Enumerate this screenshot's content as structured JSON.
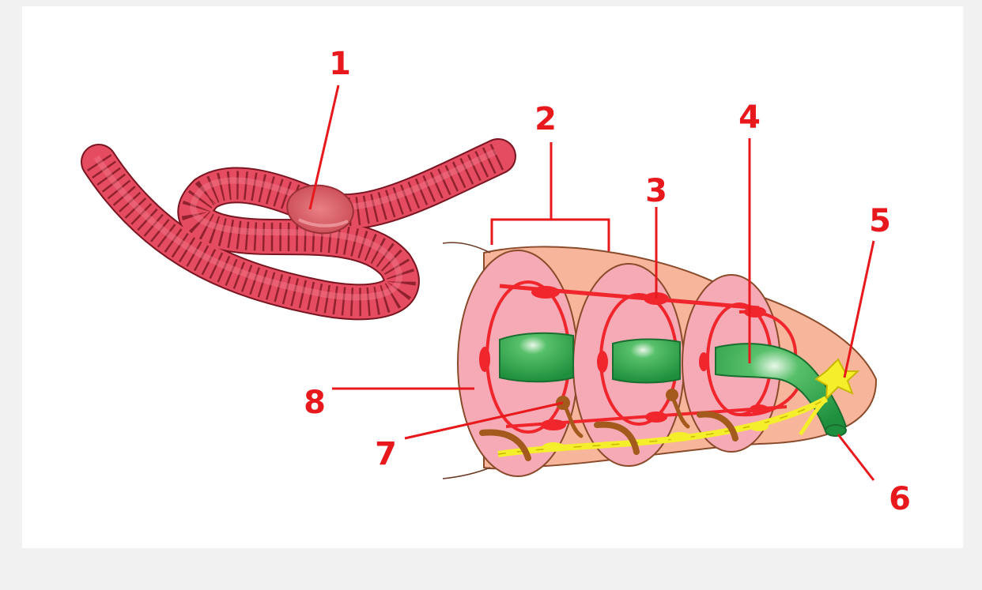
{
  "figure": {
    "labels": [
      {
        "id": "1",
        "text": "1"
      },
      {
        "id": "2",
        "text": "2"
      },
      {
        "id": "3",
        "text": "3"
      },
      {
        "id": "4",
        "text": "4"
      },
      {
        "id": "5",
        "text": "5"
      },
      {
        "id": "6",
        "text": "6"
      },
      {
        "id": "7",
        "text": "7"
      },
      {
        "id": "8",
        "text": "8"
      }
    ]
  },
  "colors": {
    "background": "#f1f1f1",
    "panel": "#ffffff",
    "label": "#e8191c",
    "worm": "#e54c61",
    "worm_segment_line": "#7a1622",
    "clitellum": "#d95d62",
    "segment_skin": "#f7b59b",
    "segment_face": "#f6aab6",
    "blood_vessel": "#f0262c",
    "gut": "#2aa64a",
    "nerve": "#f5ee2a",
    "nephridium": "#a35a1c"
  },
  "icons": []
}
